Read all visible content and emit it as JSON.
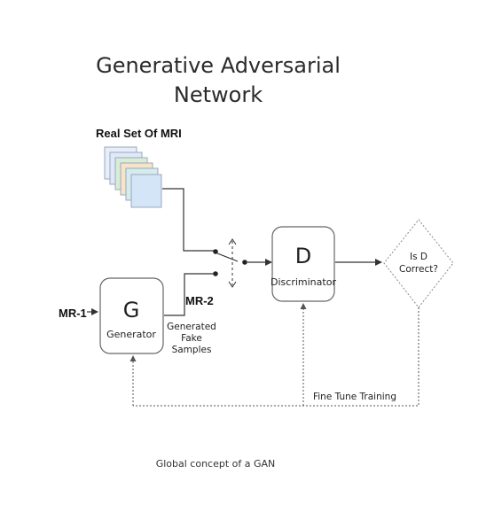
{
  "title": {
    "line1": "Generative Adversarial",
    "line2": "Network"
  },
  "inputs": {
    "real_set_label": "Real Set Of MRI",
    "mr1_label": "MR-1",
    "mr2_label": "MR-2"
  },
  "generator": {
    "letter": "G",
    "label": "Generator"
  },
  "generated_samples": {
    "line1": "Generated",
    "line2": "Fake",
    "line3": "Samples"
  },
  "discriminator": {
    "letter": "D",
    "label": "Discriminator"
  },
  "decision": {
    "line1": "Is D",
    "line2": "Correct?"
  },
  "feedback_label": "Fine Tune Training",
  "caption": "Global concept of a GAN",
  "colors": {
    "stack": [
      "#e8eef8",
      "#dfe9f7",
      "#d8ecd6",
      "#f7e3c6",
      "#d6ecec",
      "#d4e5f7"
    ],
    "stroke": "#333333"
  }
}
